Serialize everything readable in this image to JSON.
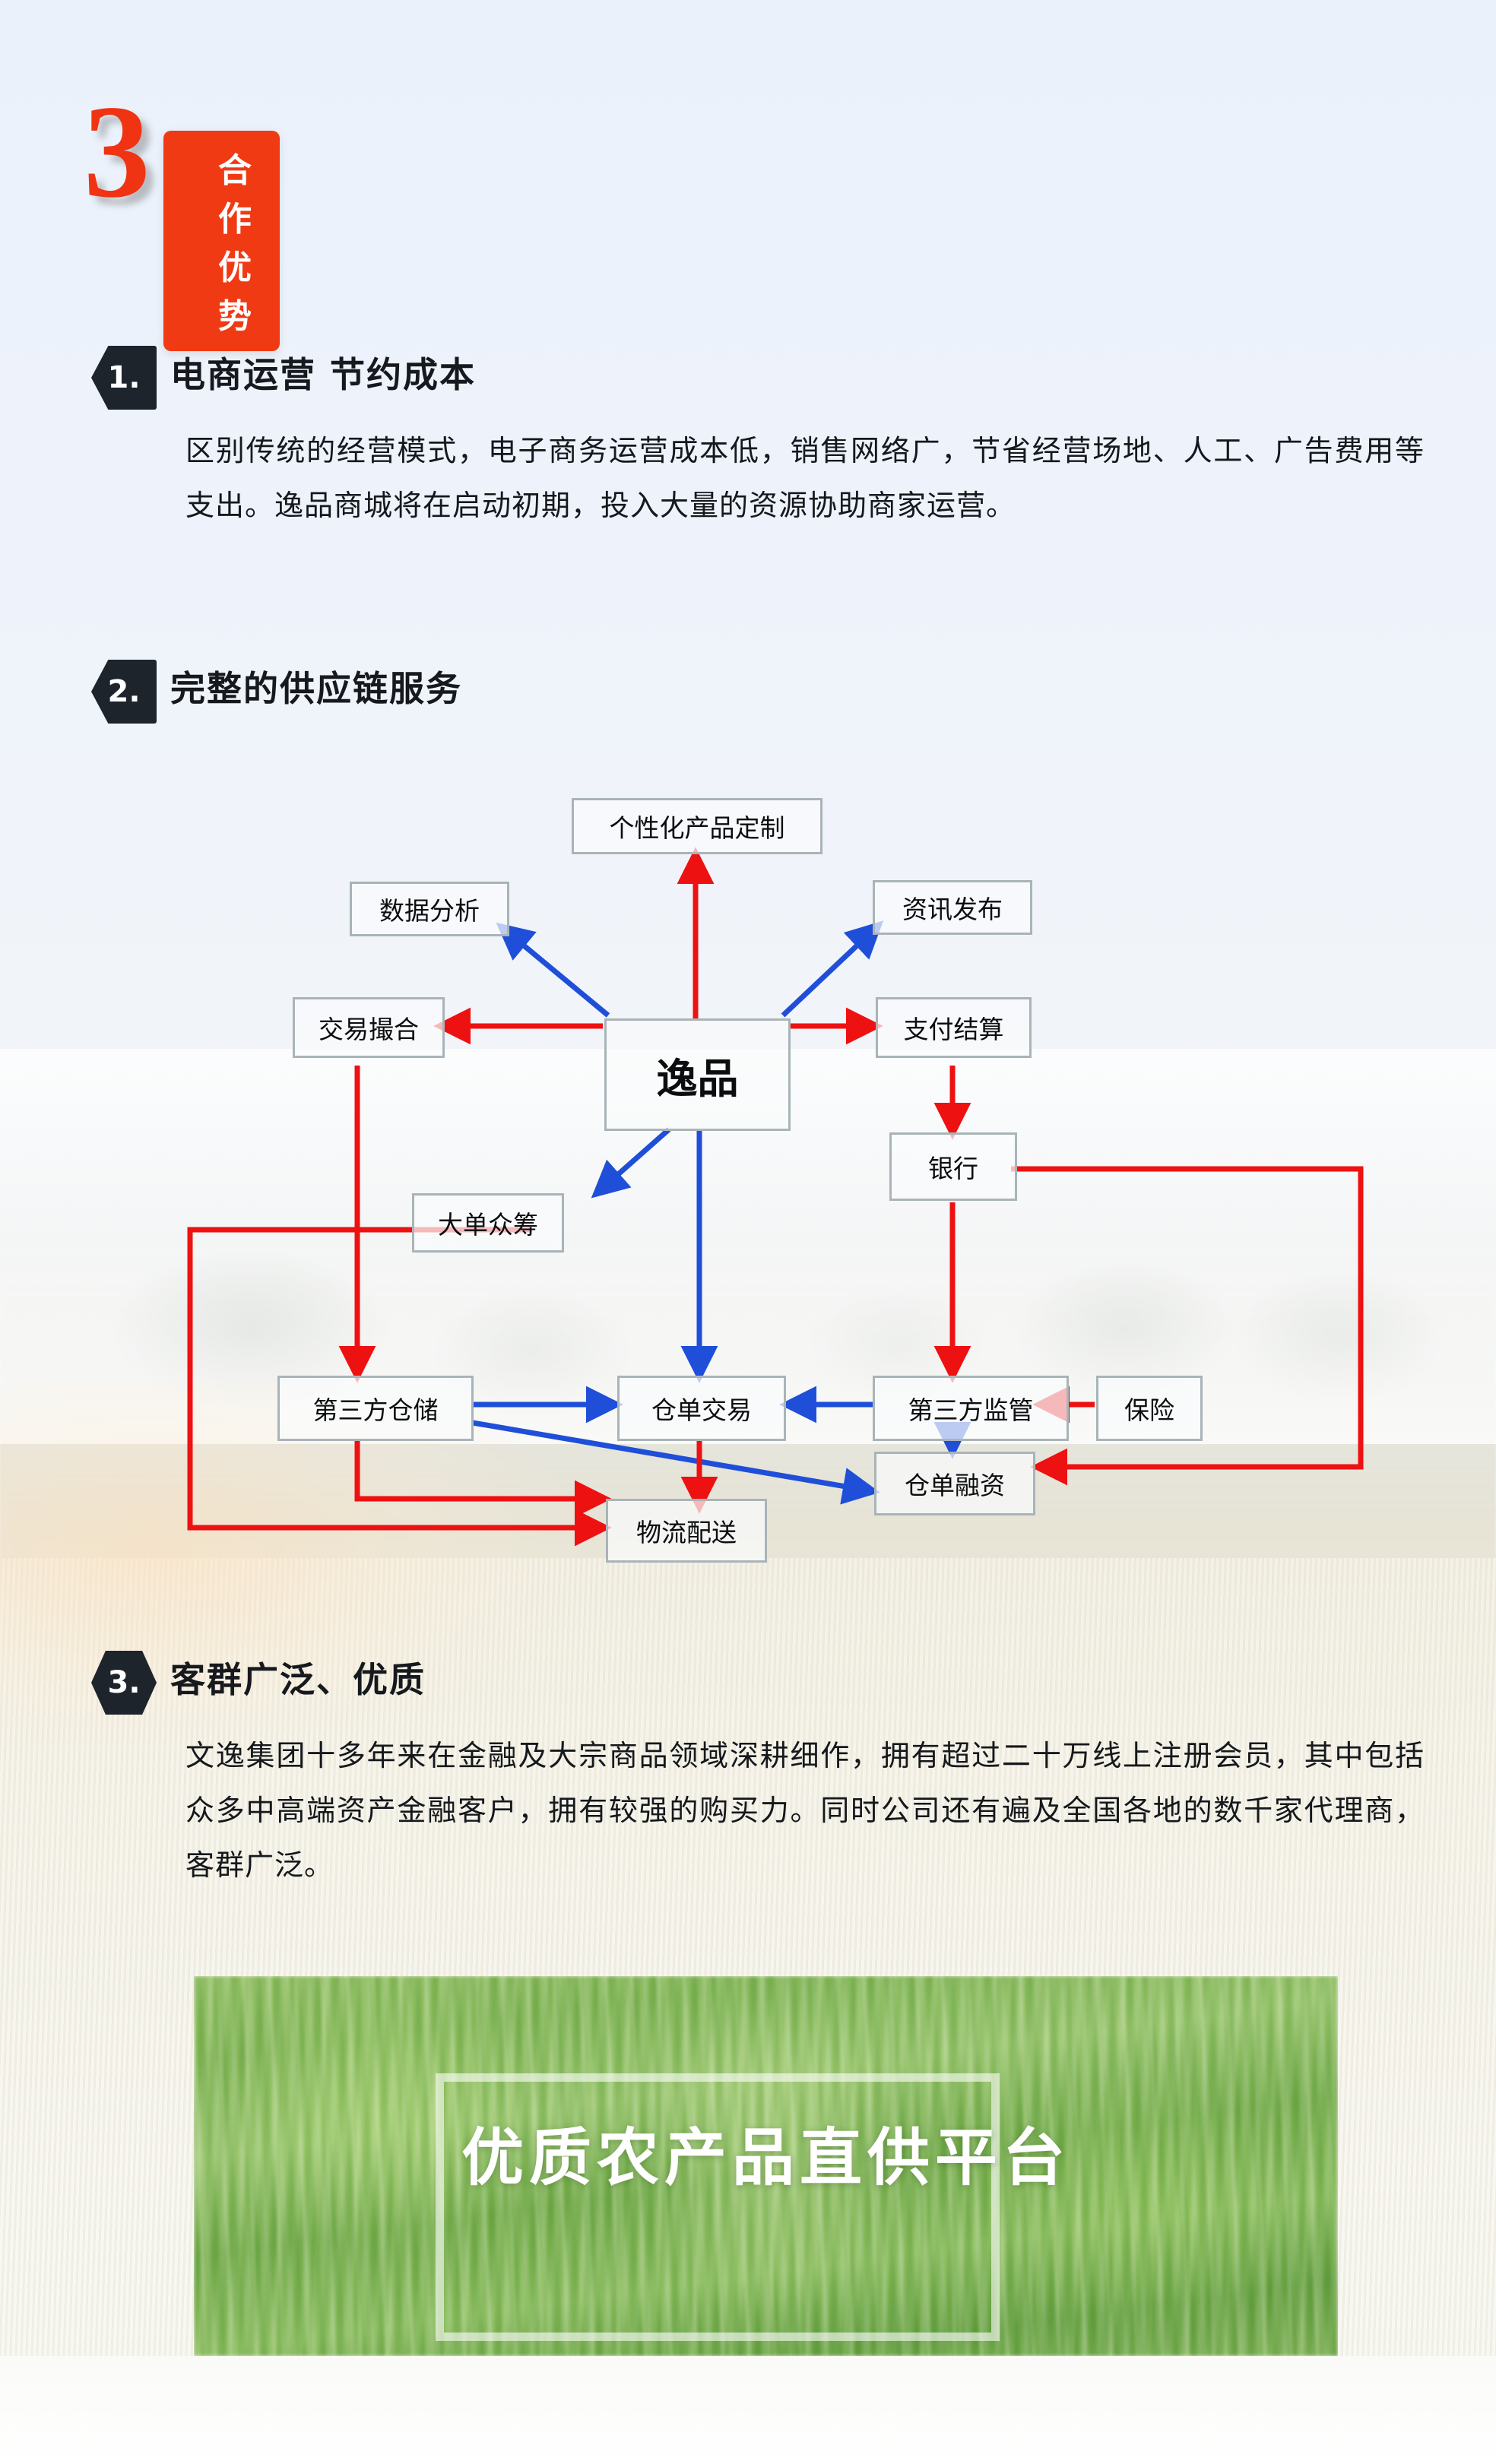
{
  "header": {
    "number": "3",
    "title": "合作优势",
    "accent_color": "#f03a14",
    "number_color": "#f03312"
  },
  "sections": [
    {
      "number": "1.",
      "title": "电商运营 节约成本",
      "body": "区别传统的经营模式，电子商务运营成本低，销售网络广，节省经营场地、人工、广告费用等支出。逸品商城将在启动初期，投入大量的资源协助商家运营。"
    },
    {
      "number": "2.",
      "title": "完整的供应链服务"
    },
    {
      "number": "3.",
      "title": "客群广泛、优质",
      "body": "文逸集团十多年来在金融及大宗商品领域深耕细作，拥有超过二十万线上注册会员，其中包括众多中高端资产金融客户，拥有较强的购买力。同时公司还有遍及全国各地的数千家代理商，客群广泛。"
    }
  ],
  "diagram": {
    "arrow_colors": {
      "red": "#ee1111",
      "blue": "#1f4fd8"
    },
    "node_border": "#a9b4b8",
    "nodes": [
      {
        "id": "center",
        "label": "逸品"
      },
      {
        "id": "custom",
        "label": "个性化产品定制"
      },
      {
        "id": "analysis",
        "label": "数据分析"
      },
      {
        "id": "news",
        "label": "资讯发布"
      },
      {
        "id": "match",
        "label": "交易撮合"
      },
      {
        "id": "payment",
        "label": "支付结算"
      },
      {
        "id": "crowd",
        "label": "大单众筹"
      },
      {
        "id": "bank",
        "label": "银行"
      },
      {
        "id": "storage",
        "label": "第三方仓储"
      },
      {
        "id": "trade",
        "label": "仓单交易"
      },
      {
        "id": "supervise",
        "label": "第三方监管"
      },
      {
        "id": "insure",
        "label": "保险"
      },
      {
        "id": "finance",
        "label": "仓单融资"
      },
      {
        "id": "logistics",
        "label": "物流配送"
      }
    ],
    "edges": [
      {
        "from": "center",
        "to": "custom",
        "color": "red"
      },
      {
        "from": "center",
        "to": "analysis",
        "color": "blue"
      },
      {
        "from": "center",
        "to": "news",
        "color": "blue"
      },
      {
        "from": "center",
        "to": "match",
        "color": "red"
      },
      {
        "from": "center",
        "to": "payment",
        "color": "red"
      },
      {
        "from": "center",
        "to": "crowd",
        "color": "blue"
      },
      {
        "from": "center",
        "to": "trade",
        "color": "blue"
      },
      {
        "from": "payment",
        "to": "bank",
        "color": "red"
      },
      {
        "from": "bank",
        "to": "supervise",
        "color": "red"
      },
      {
        "from": "bank",
        "to": "finance",
        "color": "red"
      },
      {
        "from": "match",
        "to": "storage",
        "color": "red"
      },
      {
        "from": "crowd",
        "to": "logistics",
        "color": "red"
      },
      {
        "from": "storage",
        "to": "trade",
        "color": "blue"
      },
      {
        "from": "storage",
        "to": "finance",
        "color": "blue"
      },
      {
        "from": "storage",
        "to": "logistics",
        "color": "red"
      },
      {
        "from": "supervise",
        "to": "trade",
        "color": "blue"
      },
      {
        "from": "supervise",
        "to": "finance",
        "color": "blue"
      },
      {
        "from": "insure",
        "to": "supervise",
        "color": "red"
      },
      {
        "from": "trade",
        "to": "logistics",
        "color": "red"
      }
    ]
  },
  "banner": {
    "text": "优质农产品直供平台"
  }
}
